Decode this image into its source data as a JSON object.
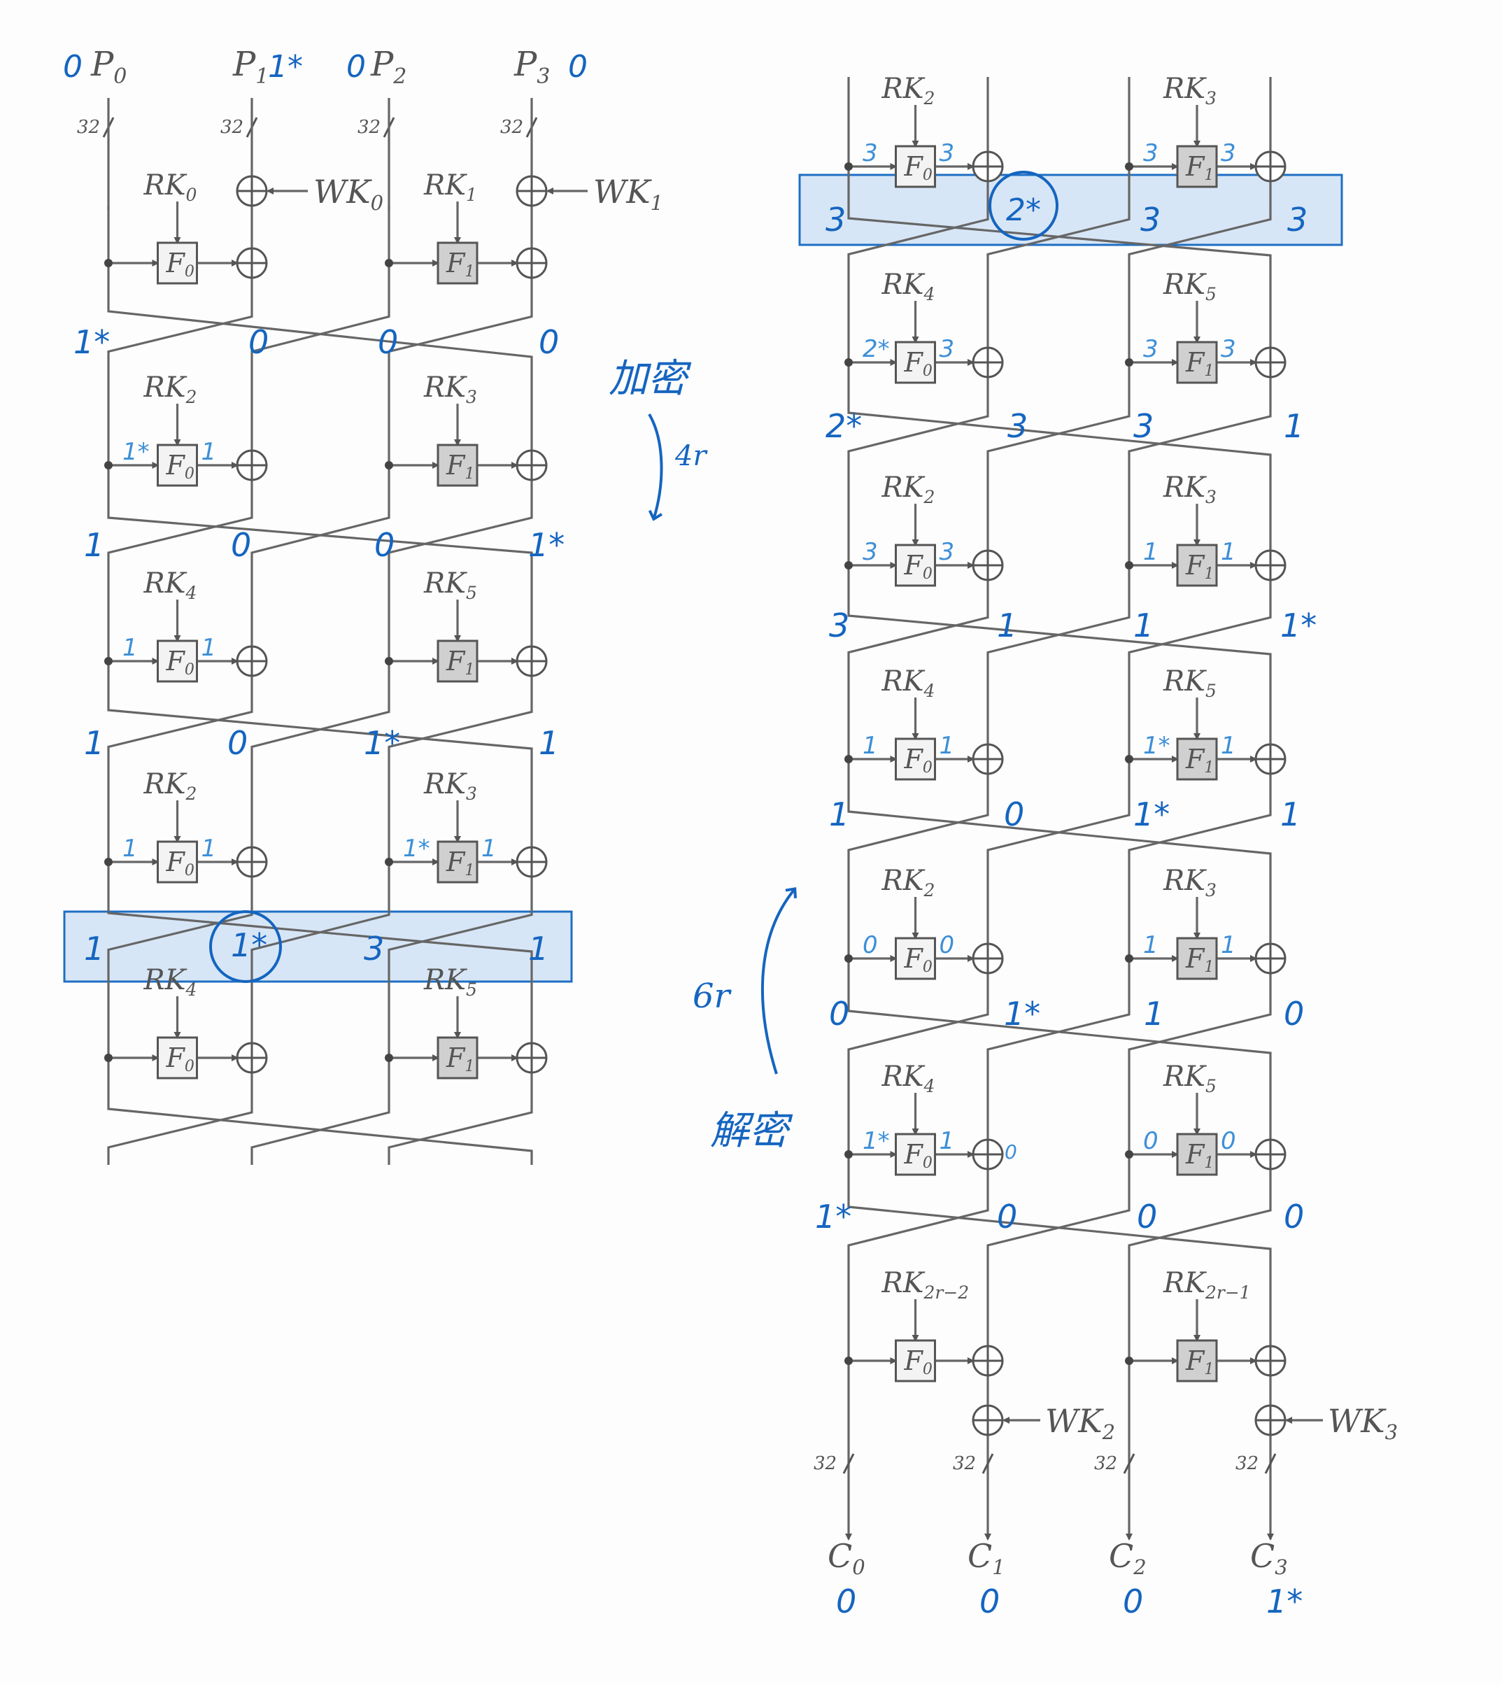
{
  "colors": {
    "ink": "#555555",
    "annotation": "#1565c0",
    "annotation_light": "#3d8fd8",
    "highlight_fill": "#c9def3",
    "highlight_stroke": "#1f6fc4",
    "f0_box": "#f3f3f3",
    "f1_box": "#d0d0d0"
  },
  "left": {
    "plaintexts": [
      {
        "base": "P",
        "sub": "0",
        "mark": "0"
      },
      {
        "base": "P",
        "sub": "1",
        "mark": "1*"
      },
      {
        "base": "P",
        "sub": "2",
        "mark": "0"
      },
      {
        "base": "P",
        "sub": "3",
        "mark": "0"
      }
    ],
    "width_label": "32",
    "whitening": [
      {
        "base": "WK",
        "sub": "0"
      },
      {
        "base": "WK",
        "sub": "1"
      }
    ],
    "rounds": [
      {
        "rk_left": "0",
        "rk_right": "1",
        "f_left": "0",
        "f_right": "1",
        "in_left": "",
        "out_left": "",
        "in_right": "",
        "out_right": "",
        "after": [
          "1*",
          "0",
          "0",
          "0"
        ]
      },
      {
        "rk_left": "2",
        "rk_right": "3",
        "f_left": "0",
        "f_right": "1",
        "in_left": "1*",
        "out_left": "1",
        "in_right": "",
        "out_right": "",
        "after": [
          "1",
          "0",
          "0",
          "1*"
        ]
      },
      {
        "rk_left": "4",
        "rk_right": "5",
        "f_left": "0",
        "f_right": "1",
        "in_left": "1",
        "out_left": "1",
        "in_right": "",
        "out_right": "",
        "after": [
          "1",
          "0",
          "1*",
          "1"
        ]
      },
      {
        "rk_left": "2",
        "rk_right": "3",
        "f_left": "0",
        "f_right": "1",
        "in_left": "1",
        "out_left": "1",
        "in_right": "1*",
        "out_right": "1",
        "after": [
          "1",
          "1*",
          "3",
          "1"
        ]
      },
      {
        "rk_left": "4",
        "rk_right": "5",
        "f_left": "0",
        "f_right": "1",
        "in_left": "",
        "out_left": "",
        "in_right": "",
        "out_right": "",
        "after": []
      }
    ]
  },
  "middle": {
    "encrypt_label": "加密",
    "encrypt_rounds": "4r",
    "decrypt_label": "解密",
    "decrypt_rounds": "6r"
  },
  "right": {
    "rounds": [
      {
        "rk_left": "2",
        "rk_right": "3",
        "f_left": "0",
        "f_right": "1",
        "in_left": "3",
        "out_left": "3",
        "in_right": "3",
        "out_right": "3",
        "after": [
          "3",
          "2*",
          "3",
          "3"
        ]
      },
      {
        "rk_left": "4",
        "rk_right": "5",
        "f_left": "0",
        "f_right": "1",
        "in_left": "2*",
        "out_left": "3",
        "in_right": "3",
        "out_right": "3",
        "after": [
          "2*",
          "3",
          "3",
          "1"
        ]
      },
      {
        "rk_left": "2",
        "rk_right": "3",
        "f_left": "0",
        "f_right": "1",
        "in_left": "3",
        "out_left": "3",
        "in_right": "1",
        "out_right": "1",
        "after": [
          "3",
          "1",
          "1",
          "1*"
        ]
      },
      {
        "rk_left": "4",
        "rk_right": "5",
        "f_left": "0",
        "f_right": "1",
        "in_left": "1",
        "out_left": "1",
        "in_right": "1*",
        "out_right": "1",
        "after": [
          "1",
          "0",
          "1*",
          "1"
        ]
      },
      {
        "rk_left": "2",
        "rk_right": "3",
        "f_left": "0",
        "f_right": "1",
        "in_left": "0",
        "out_left": "0",
        "in_right": "1",
        "out_right": "1",
        "after": [
          "0",
          "1*",
          "1",
          "0"
        ]
      },
      {
        "rk_left": "4",
        "rk_right": "5",
        "f_left": "0",
        "f_right": "1",
        "in_left": "1*",
        "out_left": "1",
        "in_right": "0",
        "out_right": "0",
        "xor_left_extra": "0",
        "after": [
          "1*",
          "0",
          "0",
          "0"
        ]
      },
      {
        "rk_left": "2r−2",
        "rk_right": "2r−1",
        "f_left": "0",
        "f_right": "1",
        "in_left": "",
        "out_left": "",
        "in_right": "",
        "out_right": "",
        "after": []
      }
    ],
    "whitening": [
      {
        "base": "WK",
        "sub": "2"
      },
      {
        "base": "WK",
        "sub": "3"
      }
    ],
    "width_label": "32",
    "ciphertexts": [
      {
        "base": "C",
        "sub": "0",
        "mark": "0"
      },
      {
        "base": "C",
        "sub": "1",
        "mark": "0"
      },
      {
        "base": "C",
        "sub": "2",
        "mark": "0"
      },
      {
        "base": "C",
        "sub": "3",
        "mark": "1*"
      }
    ]
  }
}
